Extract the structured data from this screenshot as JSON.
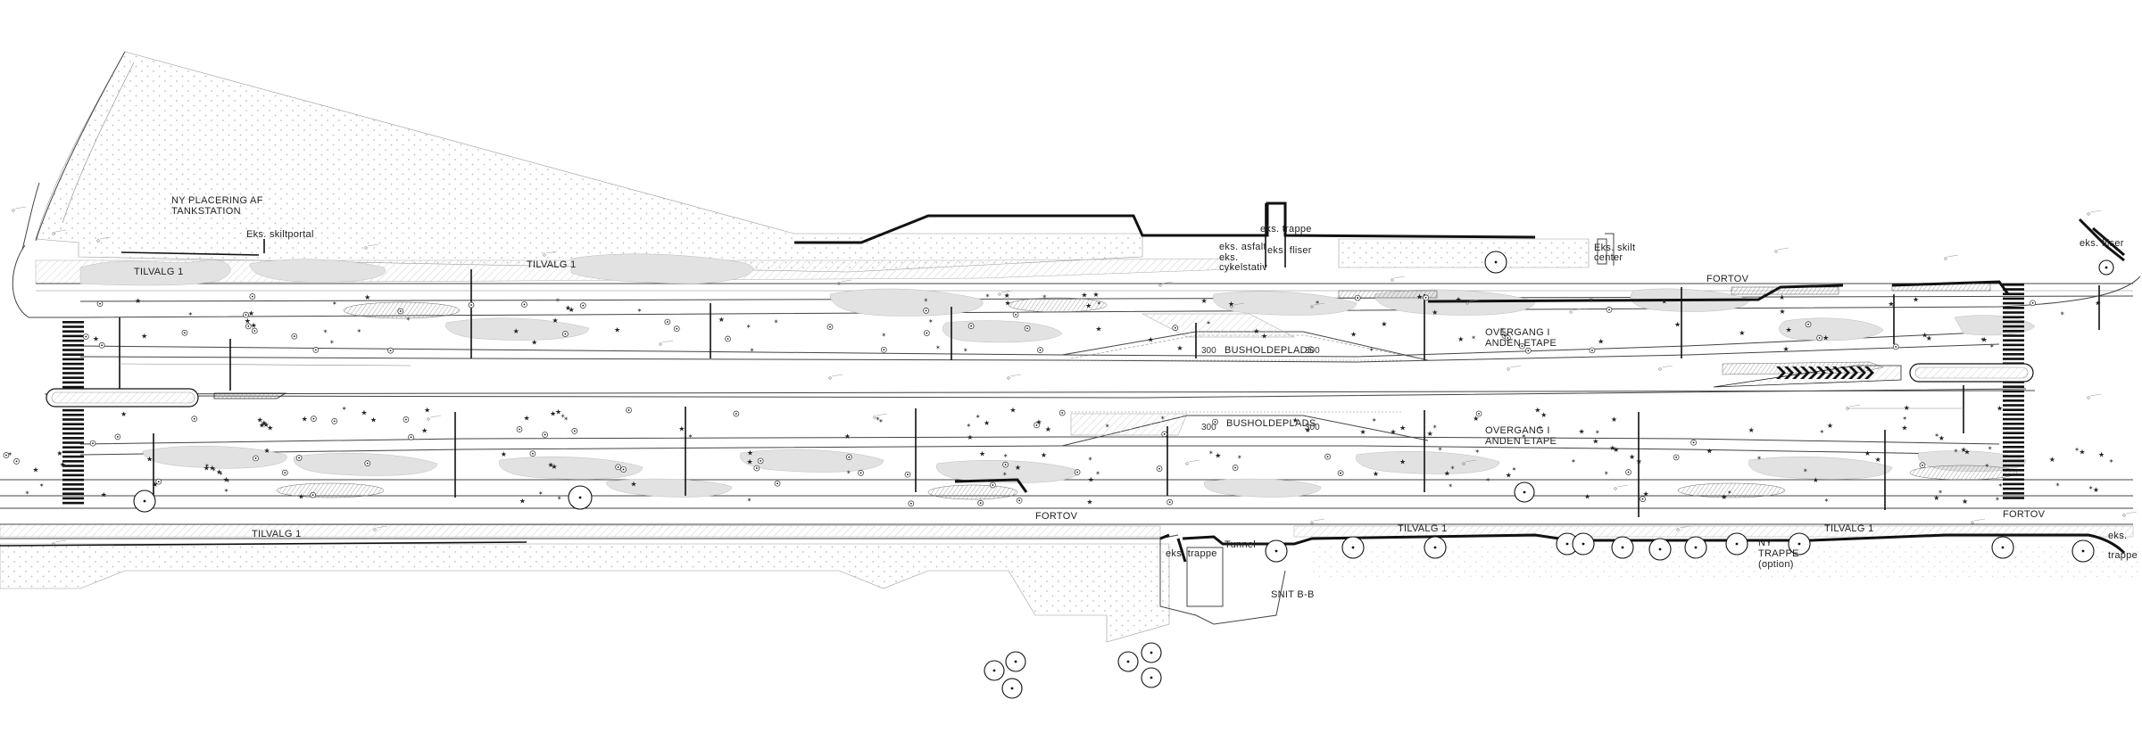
{
  "labels": {
    "ny_placering": [
      "NY PLACERING AF",
      "TANKSTATION"
    ],
    "eks_skiltportal": "Eks. skiltportal",
    "tilvalg_1": "TILVALG 1",
    "eks_trappe": "eks. trappe",
    "eks_fliser": "eks. fliser",
    "eks_asfalt": [
      "eks. asfalt",
      "eks.",
      "cykelstativ"
    ],
    "eks_skilt": [
      "Eks. skilt",
      "center"
    ],
    "fortov": "FORTOV",
    "busholdeplads": "BUSHOLDEPLADS",
    "overgang": [
      "OVERGANG I",
      "ANDEN ETAPE"
    ],
    "tunnel": "Tunnel",
    "snit": "SNIT B-B",
    "ny_trappe": [
      "NY",
      "TRAPPE",
      "(option)"
    ],
    "eks_trappe_right": [
      "eks.",
      "trappe"
    ],
    "eks_fliser_right": "eks. fliser",
    "stop_code": "300"
  },
  "colors": {
    "linework": "#111111",
    "hatch": "#cfcfcf",
    "planting": "#e2e2e2",
    "paving_dots": "#bdbdbd"
  }
}
